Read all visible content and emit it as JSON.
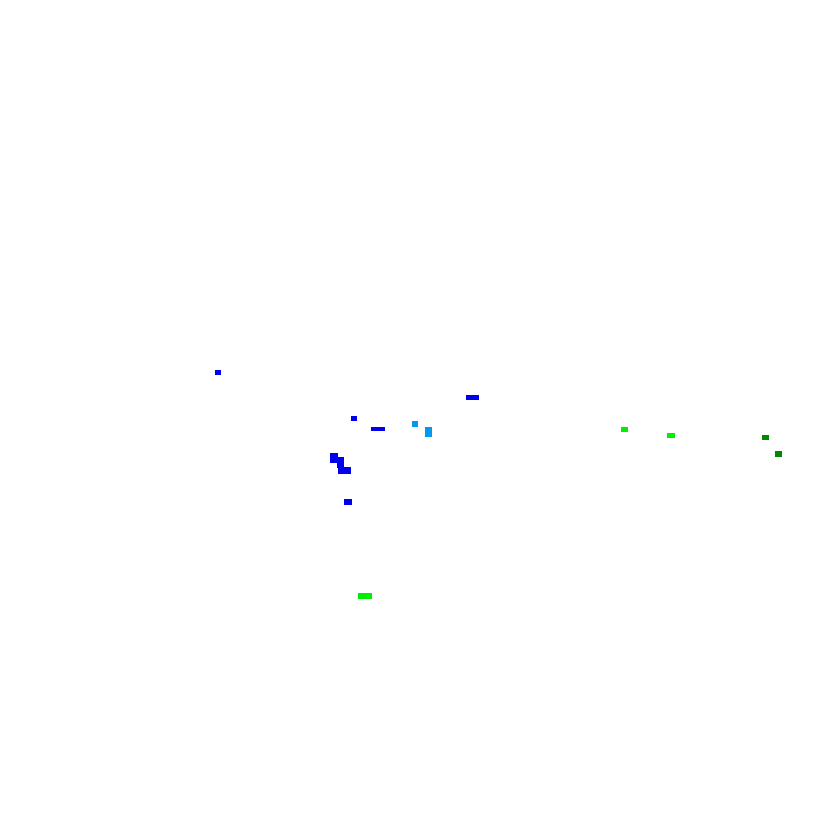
{
  "background_color": "#ffffff",
  "colors": {
    "blue": "#0000ee",
    "light_blue": "#0099ee",
    "bright_green": "#00ee00",
    "dark_green": "#008800"
  },
  "patches": [
    {
      "color": "blue"
    },
    {
      "color": "blue"
    },
    {
      "color": "blue"
    },
    {
      "color": "blue"
    },
    {
      "color": "blue"
    },
    {
      "color": "blue"
    },
    {
      "color": "blue"
    },
    {
      "color": "blue"
    },
    {
      "color": "light_blue"
    },
    {
      "color": "light_blue"
    },
    {
      "color": "bright_green"
    },
    {
      "color": "bright_green"
    },
    {
      "color": "bright_green"
    },
    {
      "color": "dark_green"
    },
    {
      "color": "dark_green"
    }
  ]
}
